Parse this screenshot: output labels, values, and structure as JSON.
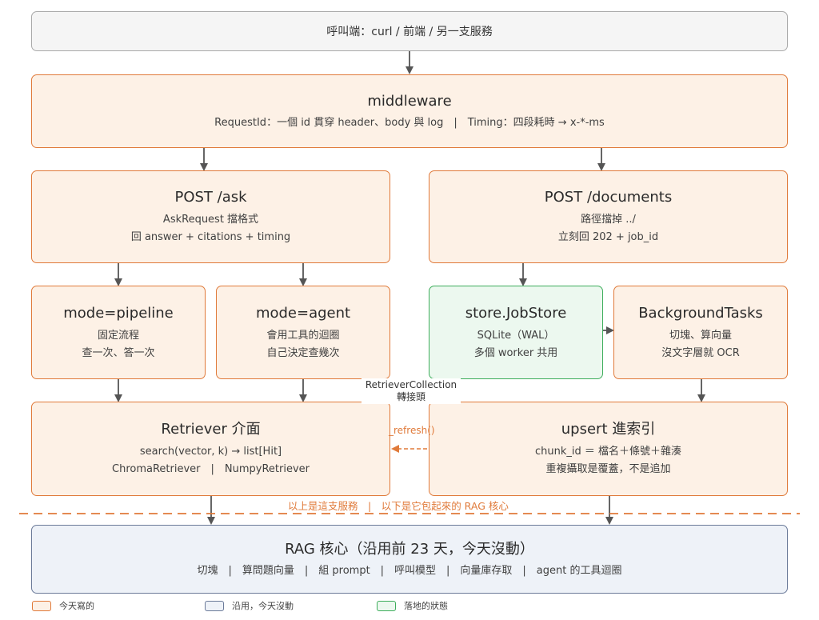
{
  "caller": {
    "label": "呼叫端：curl / 前端 / 另一支服務"
  },
  "middleware": {
    "title": "middleware",
    "detail": "RequestId：一個 id 貫穿 header、body 與 log　|　Timing：四段耗時 → x-*-ms"
  },
  "post_ask": {
    "title": "POST /ask",
    "line1": "AskRequest 擋格式",
    "line2": "回 answer + citations + timing"
  },
  "post_documents": {
    "title": "POST /documents",
    "line1": "路徑擋掉 ../",
    "line2": "立刻回 202 + job_id"
  },
  "mode_pipeline": {
    "title": "mode=pipeline",
    "line1": "固定流程",
    "line2": "查一次、答一次"
  },
  "mode_agent": {
    "title": "mode=agent",
    "line1": "會用工具的迴圈",
    "line2": "自己決定查幾次"
  },
  "job_store": {
    "title": "store.JobStore",
    "line1": "SQLite（WAL）",
    "line2": "多個 worker 共用"
  },
  "background_tasks": {
    "title": "BackgroundTasks",
    "line1": "切塊、算向量",
    "line2": "沒文字層就 OCR"
  },
  "retriever": {
    "title": "Retriever 介面",
    "line1": "search(vector, k) → list[Hit]",
    "line2": "ChromaRetriever　|　NumpyRetriever"
  },
  "upsert": {
    "title": "upsert 進索引",
    "line1": "chunk_id ＝ 檔名＋條號＋雜湊",
    "line2": "重複攝取是覆蓋，不是追加"
  },
  "retriever_collection": {
    "line1": "RetrieverCollection",
    "line2": "轉接頭"
  },
  "refresh_label": "_refresh()",
  "boundary_label": "以上是這支服務　|　以下是它包起來的 RAG 核心",
  "rag_core": {
    "title": "RAG 核心（沿用前 23 天，今天沒動）",
    "detail": "切塊　|　算問題向量　|　組 prompt　|　呼叫模型　|　向量庫存取　|　agent 的工具迴圈"
  },
  "legend": {
    "new_today": "今天寫的",
    "reused": "沿用，今天沒動",
    "persisted": "落地的狀態"
  },
  "colors": {
    "orange": "#e07a3a",
    "orange_fill": "#fdf1e6",
    "green": "#3dad5b",
    "green_fill": "#ecf8ef",
    "blue_border": "#6b7a99",
    "blue_fill": "#eef2f8",
    "gray_border": "#a9a9a9",
    "gray_fill": "#f5f5f5",
    "arrow": "#555555"
  }
}
